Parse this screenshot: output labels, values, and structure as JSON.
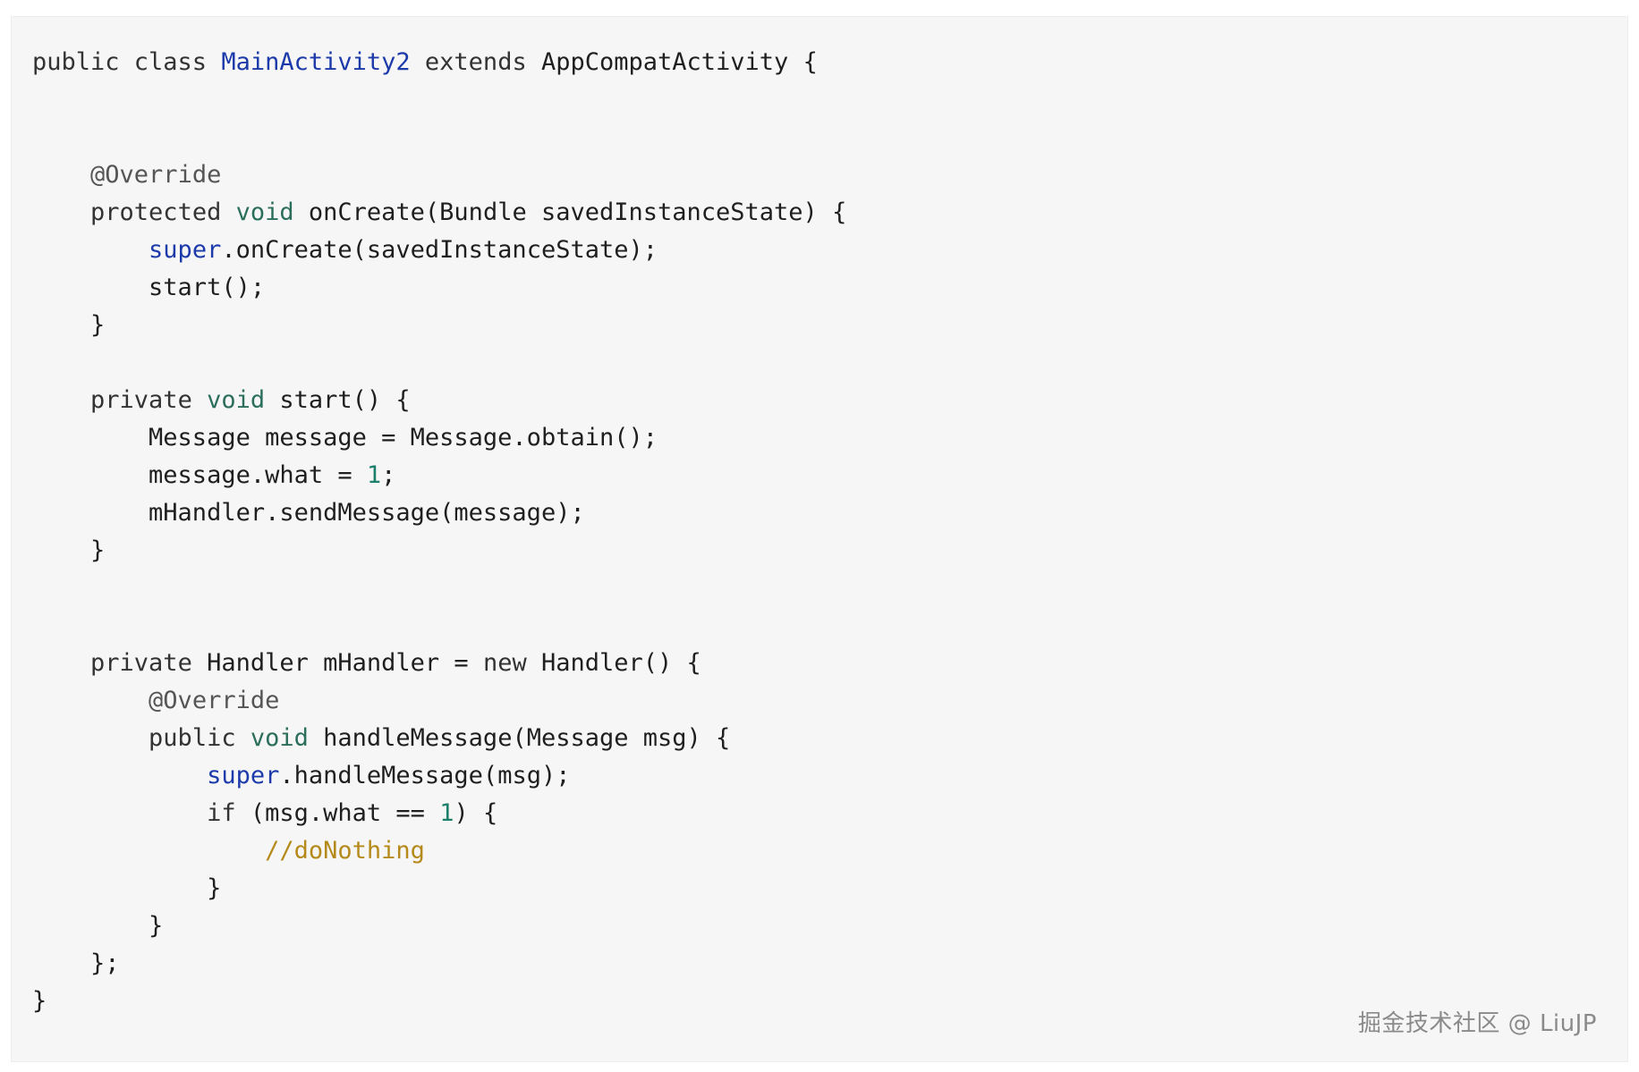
{
  "code": {
    "language": "java",
    "lines": [
      [
        {
          "t": "public class ",
          "c": "kw"
        },
        {
          "t": "MainActivity2",
          "c": "cls"
        },
        {
          "t": " extends ",
          "c": "kw"
        },
        {
          "t": "AppCompatActivity {",
          "c": ""
        }
      ],
      [],
      [],
      [
        {
          "t": "    ",
          "c": ""
        },
        {
          "t": "@Override",
          "c": "ann"
        }
      ],
      [
        {
          "t": "    ",
          "c": ""
        },
        {
          "t": "protected ",
          "c": "kw"
        },
        {
          "t": "void ",
          "c": "kw2"
        },
        {
          "t": "onCreate(Bundle savedInstanceState) {",
          "c": ""
        }
      ],
      [
        {
          "t": "        ",
          "c": ""
        },
        {
          "t": "super",
          "c": "sup"
        },
        {
          "t": ".onCreate(savedInstanceState);",
          "c": ""
        }
      ],
      [
        {
          "t": "        start();",
          "c": ""
        }
      ],
      [
        {
          "t": "    }",
          "c": ""
        }
      ],
      [],
      [
        {
          "t": "    ",
          "c": ""
        },
        {
          "t": "private ",
          "c": "kw"
        },
        {
          "t": "void ",
          "c": "kw2"
        },
        {
          "t": "start() {",
          "c": ""
        }
      ],
      [
        {
          "t": "        Message message = Message.obtain();",
          "c": ""
        }
      ],
      [
        {
          "t": "        message.what = ",
          "c": ""
        },
        {
          "t": "1",
          "c": "num"
        },
        {
          "t": ";",
          "c": ""
        }
      ],
      [
        {
          "t": "        mHandler.sendMessage(message);",
          "c": ""
        }
      ],
      [
        {
          "t": "    }",
          "c": ""
        }
      ],
      [],
      [],
      [
        {
          "t": "    ",
          "c": ""
        },
        {
          "t": "private ",
          "c": "kw"
        },
        {
          "t": "Handler mHandler = ",
          "c": ""
        },
        {
          "t": "new ",
          "c": "kw"
        },
        {
          "t": "Handler() {",
          "c": ""
        }
      ],
      [
        {
          "t": "        ",
          "c": ""
        },
        {
          "t": "@Override",
          "c": "ann"
        }
      ],
      [
        {
          "t": "        ",
          "c": ""
        },
        {
          "t": "public ",
          "c": "kw"
        },
        {
          "t": "void ",
          "c": "kw2"
        },
        {
          "t": "handleMessage(Message msg) {",
          "c": ""
        }
      ],
      [
        {
          "t": "            ",
          "c": ""
        },
        {
          "t": "super",
          "c": "sup"
        },
        {
          "t": ".handleMessage(msg);",
          "c": ""
        }
      ],
      [
        {
          "t": "            ",
          "c": ""
        },
        {
          "t": "if ",
          "c": "kw"
        },
        {
          "t": "(msg.what == ",
          "c": ""
        },
        {
          "t": "1",
          "c": "num"
        },
        {
          "t": ") {",
          "c": ""
        }
      ],
      [
        {
          "t": "                ",
          "c": ""
        },
        {
          "t": "//doNothing",
          "c": "cmt"
        }
      ],
      [
        {
          "t": "            }",
          "c": ""
        }
      ],
      [
        {
          "t": "        }",
          "c": ""
        }
      ],
      [
        {
          "t": "    };",
          "c": ""
        }
      ],
      [
        {
          "t": "}",
          "c": ""
        }
      ]
    ]
  },
  "watermark": {
    "text": "掘金技术社区 @ LiuJP"
  }
}
